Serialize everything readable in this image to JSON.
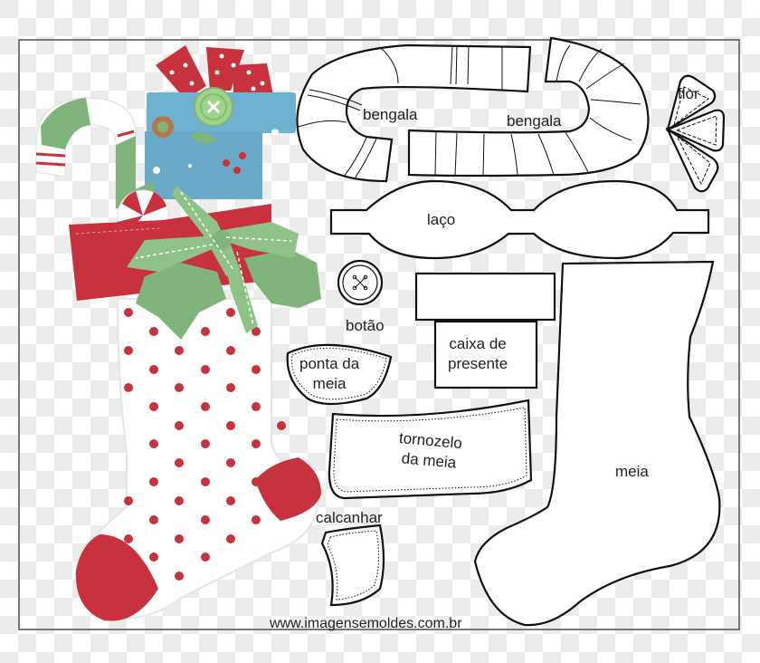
{
  "pattern": {
    "pieces": [
      {
        "id": "bengala-1",
        "label": "bengala"
      },
      {
        "id": "bengala-2",
        "label": "bengala"
      },
      {
        "id": "flor",
        "label": "flor"
      },
      {
        "id": "laco",
        "label": "laço"
      },
      {
        "id": "botao",
        "label": "botão"
      },
      {
        "id": "caixa",
        "label_line1": "caixa de",
        "label_line2": "presente"
      },
      {
        "id": "ponta",
        "label_line1": "ponta da",
        "label_line2": "meia"
      },
      {
        "id": "tornozelo",
        "label_line1": "tornozelo",
        "label_line2": "da meia"
      },
      {
        "id": "calcanhar",
        "label": "calcanhar"
      },
      {
        "id": "meia",
        "label": "meia"
      }
    ],
    "website": "www.imagensemoldes.com.br"
  },
  "colors": {
    "felt_red": "#c8323c",
    "felt_green": "#7fb57a",
    "felt_blue": "#6fb1d0",
    "button_green": "#9fd38a",
    "outline": "#111111",
    "frame": "#777777",
    "checker": "#ececec"
  },
  "illustration": {
    "subject": "christmas-stocking",
    "elements": [
      "candy-cane",
      "gift-box",
      "bow",
      "holly-leaves",
      "polka-dot-stocking",
      "peppermint-candy"
    ]
  }
}
